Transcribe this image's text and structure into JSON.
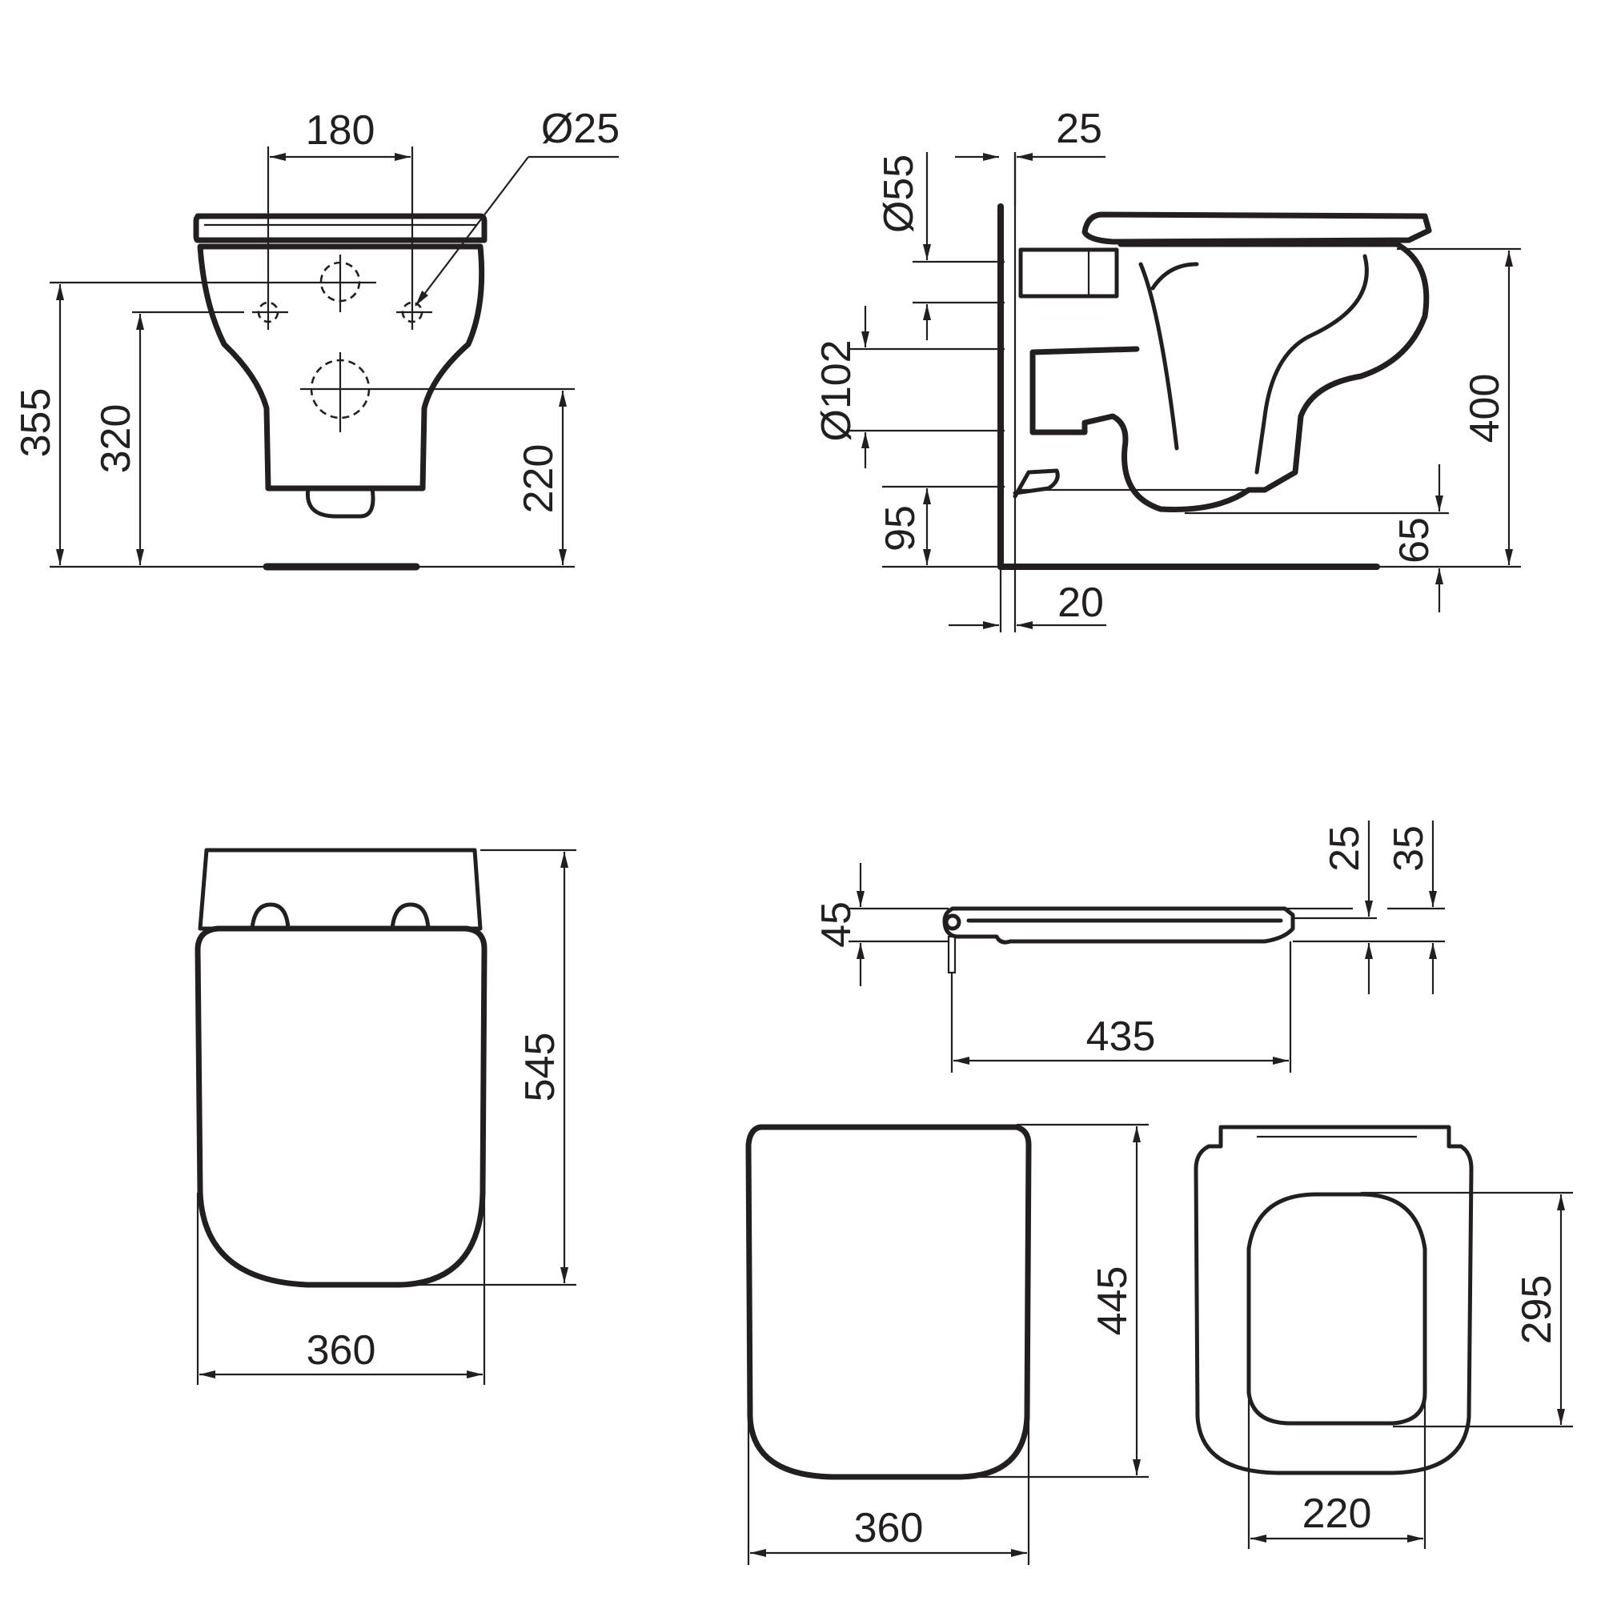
{
  "drawing": {
    "type": "technical dimension drawing",
    "subject": "wall-hung WC pan with seat and cover",
    "units": "mm",
    "colors": {
      "ink": "#231f20",
      "background": "#ffffff"
    }
  },
  "views": {
    "front": {
      "dims": {
        "fixing_spacing": "180",
        "fixing_hole_dia": "Ø25",
        "upper_fixing_height": "355",
        "lower_fixing_height": "320",
        "waste_center_height": "220"
      }
    },
    "side": {
      "dims": {
        "wall_offset_top": "25",
        "inlet_dia": "Ø55",
        "outlet_dia": "Ø102",
        "outlet_base_height": "95",
        "rim_height": "400",
        "bowl_bottom_height": "65",
        "wall_offset_bottom": "20"
      }
    },
    "top_pan": {
      "dims": {
        "length": "545",
        "width": "360"
      }
    },
    "seat_side": {
      "dims": {
        "thickness": "45",
        "cover_thickness": "25",
        "total_thickness": "35",
        "length": "435"
      }
    },
    "seat_cover_top": {
      "dims": {
        "length": "445",
        "width": "360"
      }
    },
    "seat_ring_top": {
      "dims": {
        "opening_length": "295",
        "opening_width": "220"
      }
    }
  }
}
